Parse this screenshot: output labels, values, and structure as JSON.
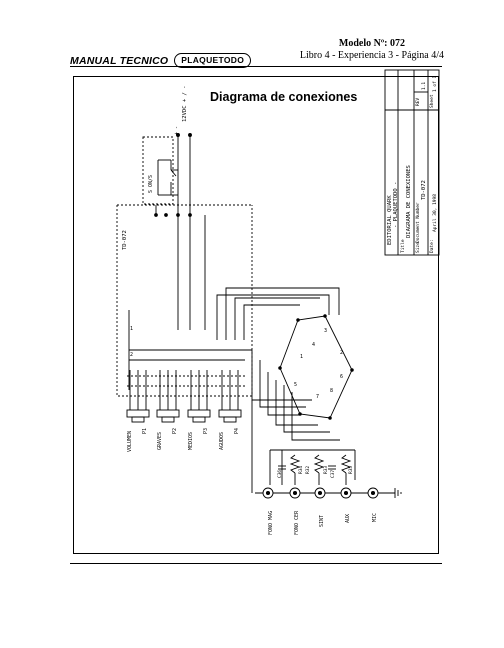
{
  "header": {
    "manual_label": "MANUAL TECNICO",
    "brand_logo": "PLAQUETODO",
    "model": "Modelo Nº: 072",
    "book_info": "Libro 4 - Experiencia 3 - Página 4/4"
  },
  "diagram": {
    "title": "Diagrama de conexiones",
    "supply_label": "12VDC + / -",
    "switch_label": "S ON/S",
    "board_label": "TD-072",
    "pots": [
      {
        "name": "VOLUMEN",
        "ref": "P1"
      },
      {
        "name": "GRAVES",
        "ref": "P2"
      },
      {
        "name": "MEDIOS",
        "ref": "P3"
      },
      {
        "name": "AGUDOS",
        "ref": "P4"
      }
    ],
    "capacitors": [
      "C36",
      "C37"
    ],
    "resistors": [
      "R32",
      "R33",
      "R34",
      "R35"
    ],
    "jacks": [
      "FONO MAG",
      "FONO CER",
      "SINT",
      "AUX",
      "MIC"
    ],
    "connector_pins": [
      "1",
      "2",
      "3",
      "4",
      "5",
      "6",
      "7",
      "8"
    ],
    "title_block": {
      "company": "EDITORIAL QUARK",
      "brand": "- PLAQUETODO -",
      "title_label": "Title",
      "title_value": "DIAGRAMA DE CONEXIONES",
      "size_label": "Size",
      "document_label": "Document Number",
      "document_value": "TD-072",
      "rev_label": "REV",
      "rev_value": "1.1",
      "date_label": "Date:",
      "date_value": "April 30, 1998",
      "sheet_label": "Sheet",
      "sheet_value": "1 of 1"
    }
  }
}
